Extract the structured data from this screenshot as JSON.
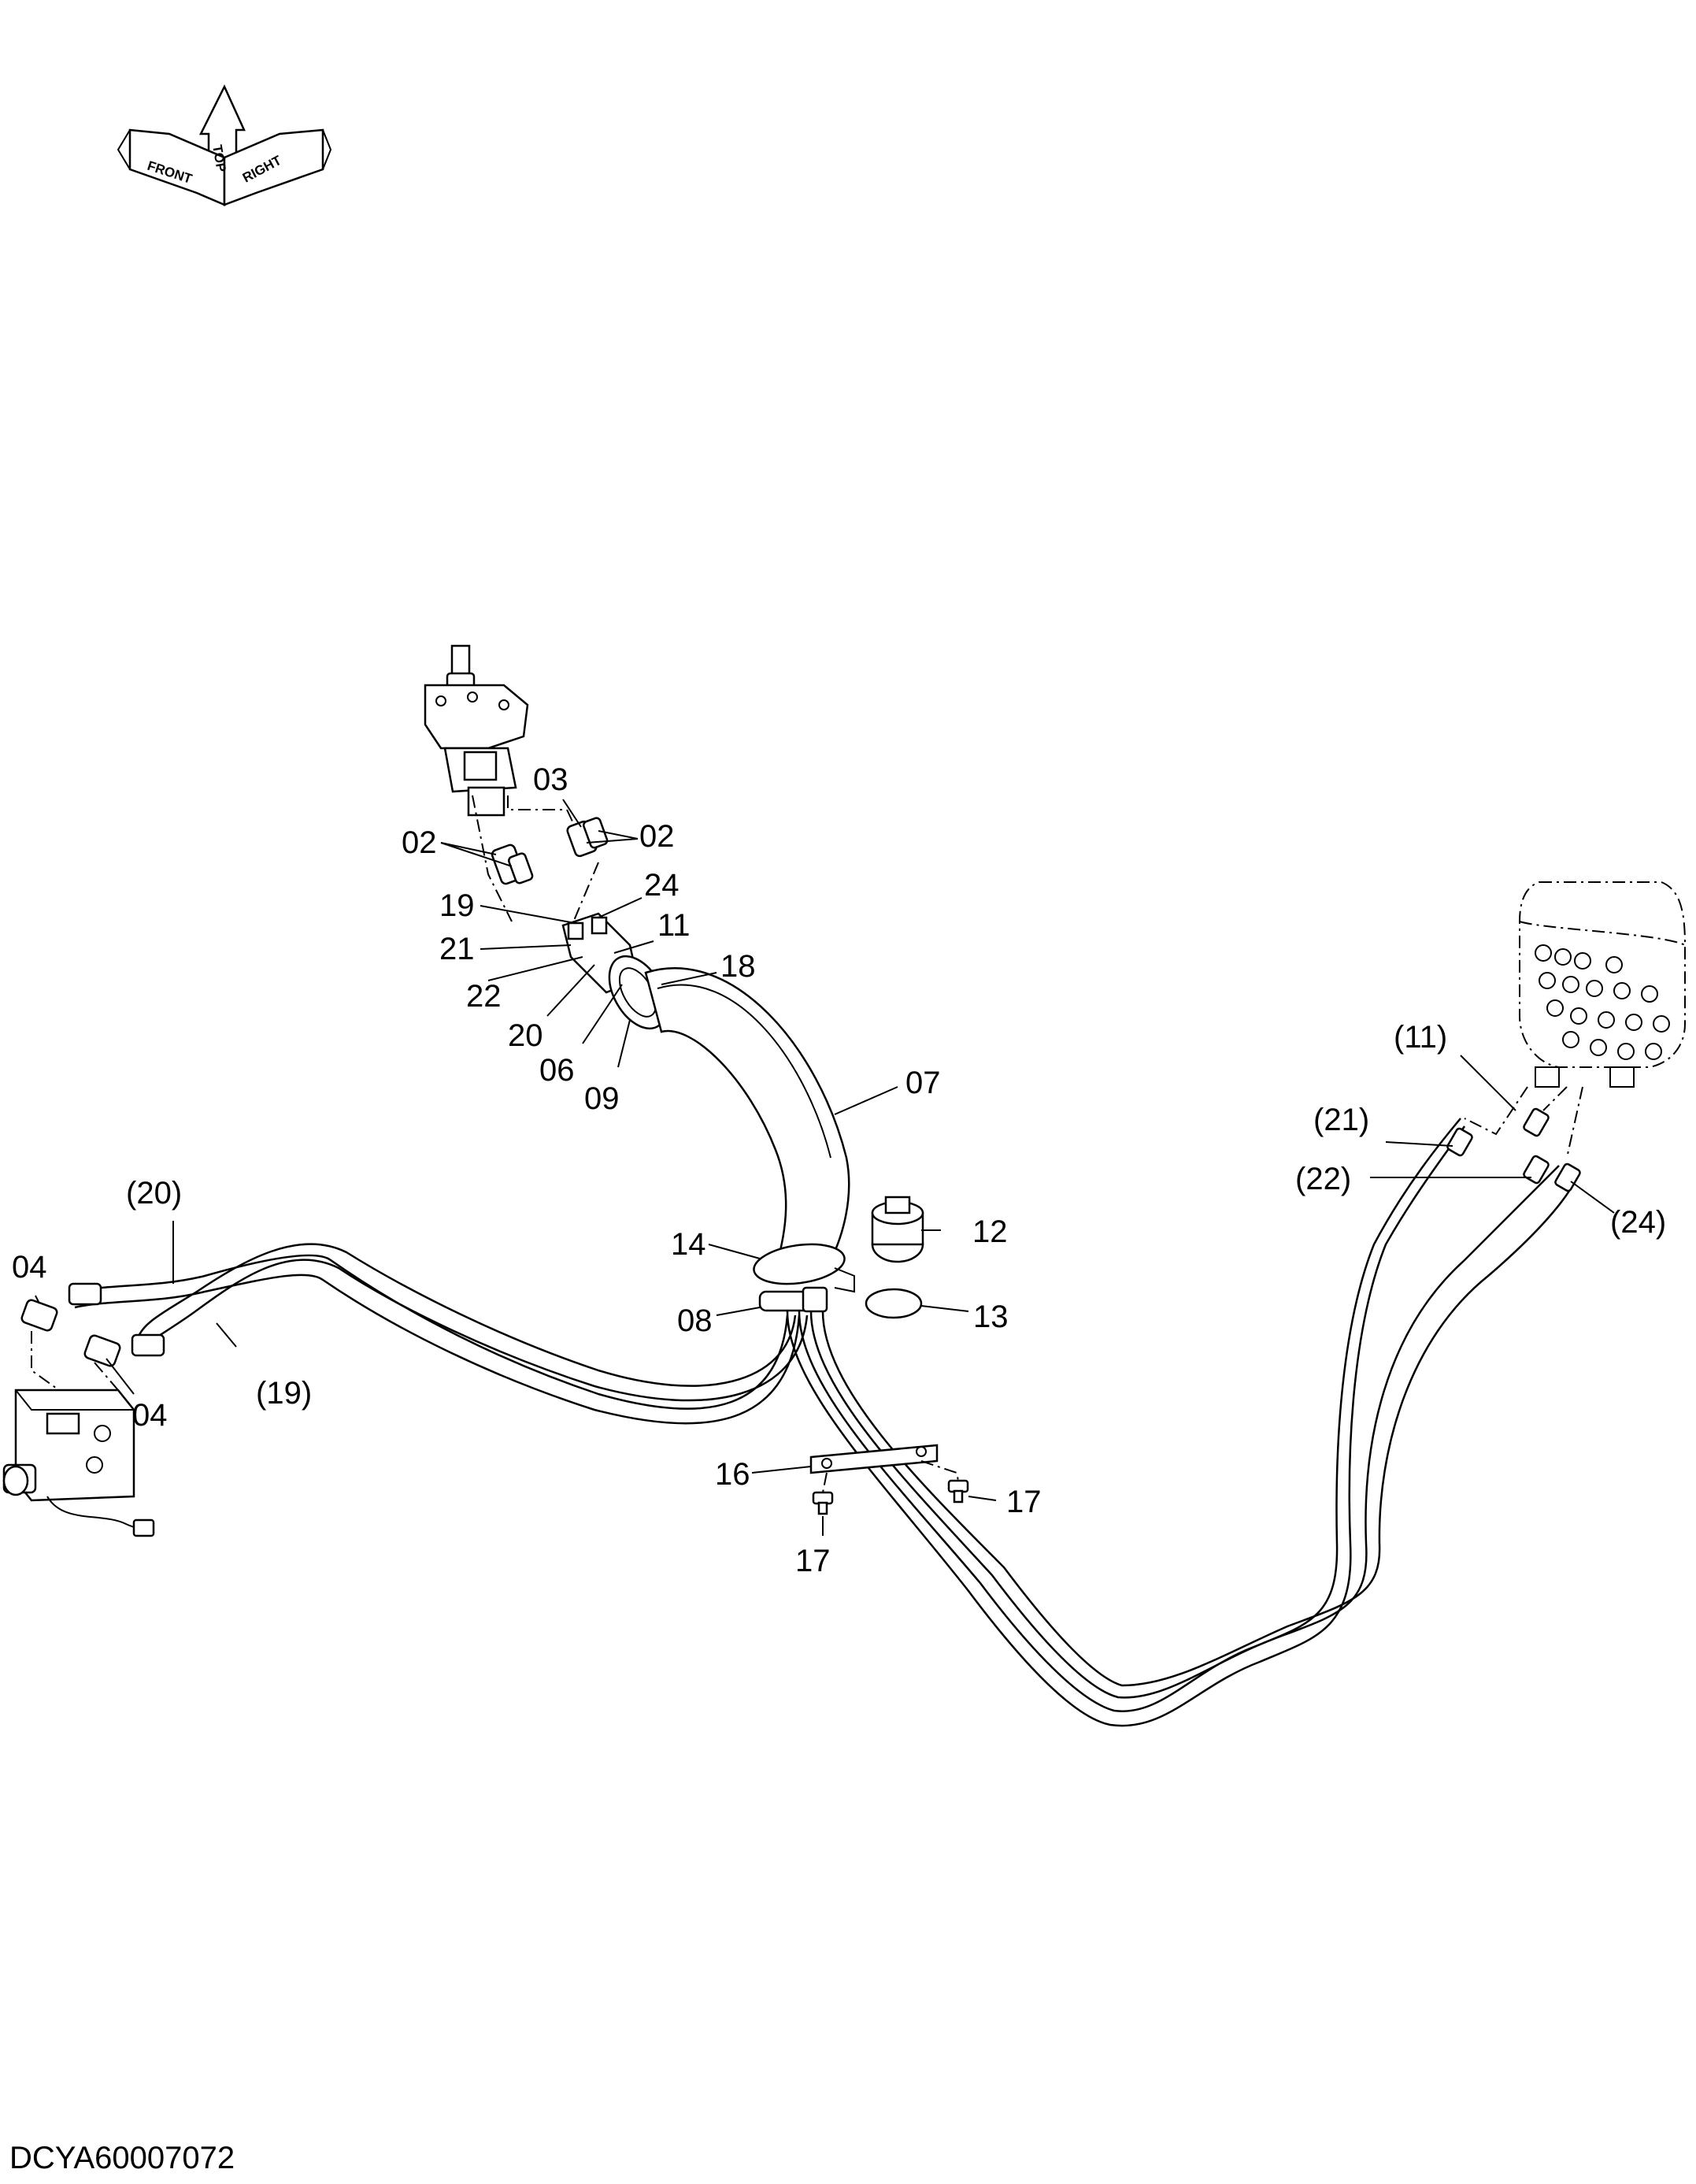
{
  "document_id": "DCYA60007072",
  "orientation_compass": {
    "top": "TOP",
    "front": "FRONT",
    "right": "RIGHT"
  },
  "callouts": [
    {
      "id": "c03",
      "text": "03"
    },
    {
      "id": "c02a",
      "text": "02"
    },
    {
      "id": "c02b",
      "text": "02"
    },
    {
      "id": "c19",
      "text": "19"
    },
    {
      "id": "c24",
      "text": "24"
    },
    {
      "id": "c21",
      "text": "21"
    },
    {
      "id": "c11",
      "text": "11"
    },
    {
      "id": "c22",
      "text": "22"
    },
    {
      "id": "c18",
      "text": "18"
    },
    {
      "id": "c20",
      "text": "20"
    },
    {
      "id": "c06",
      "text": "06"
    },
    {
      "id": "c09",
      "text": "09"
    },
    {
      "id": "c07",
      "text": "07"
    },
    {
      "id": "c12",
      "text": "12"
    },
    {
      "id": "c14",
      "text": "14"
    },
    {
      "id": "c08",
      "text": "08"
    },
    {
      "id": "c13",
      "text": "13"
    },
    {
      "id": "c16",
      "text": "16"
    },
    {
      "id": "c17a",
      "text": "17"
    },
    {
      "id": "c17b",
      "text": "17"
    },
    {
      "id": "c04a",
      "text": "04"
    },
    {
      "id": "c04b",
      "text": "04"
    },
    {
      "id": "cp20",
      "text": "(20)"
    },
    {
      "id": "cp19",
      "text": "(19)"
    },
    {
      "id": "cp11",
      "text": "(11)"
    },
    {
      "id": "cp21",
      "text": "(21)"
    },
    {
      "id": "cp22",
      "text": "(22)"
    },
    {
      "id": "cp24",
      "text": "(24)"
    }
  ]
}
